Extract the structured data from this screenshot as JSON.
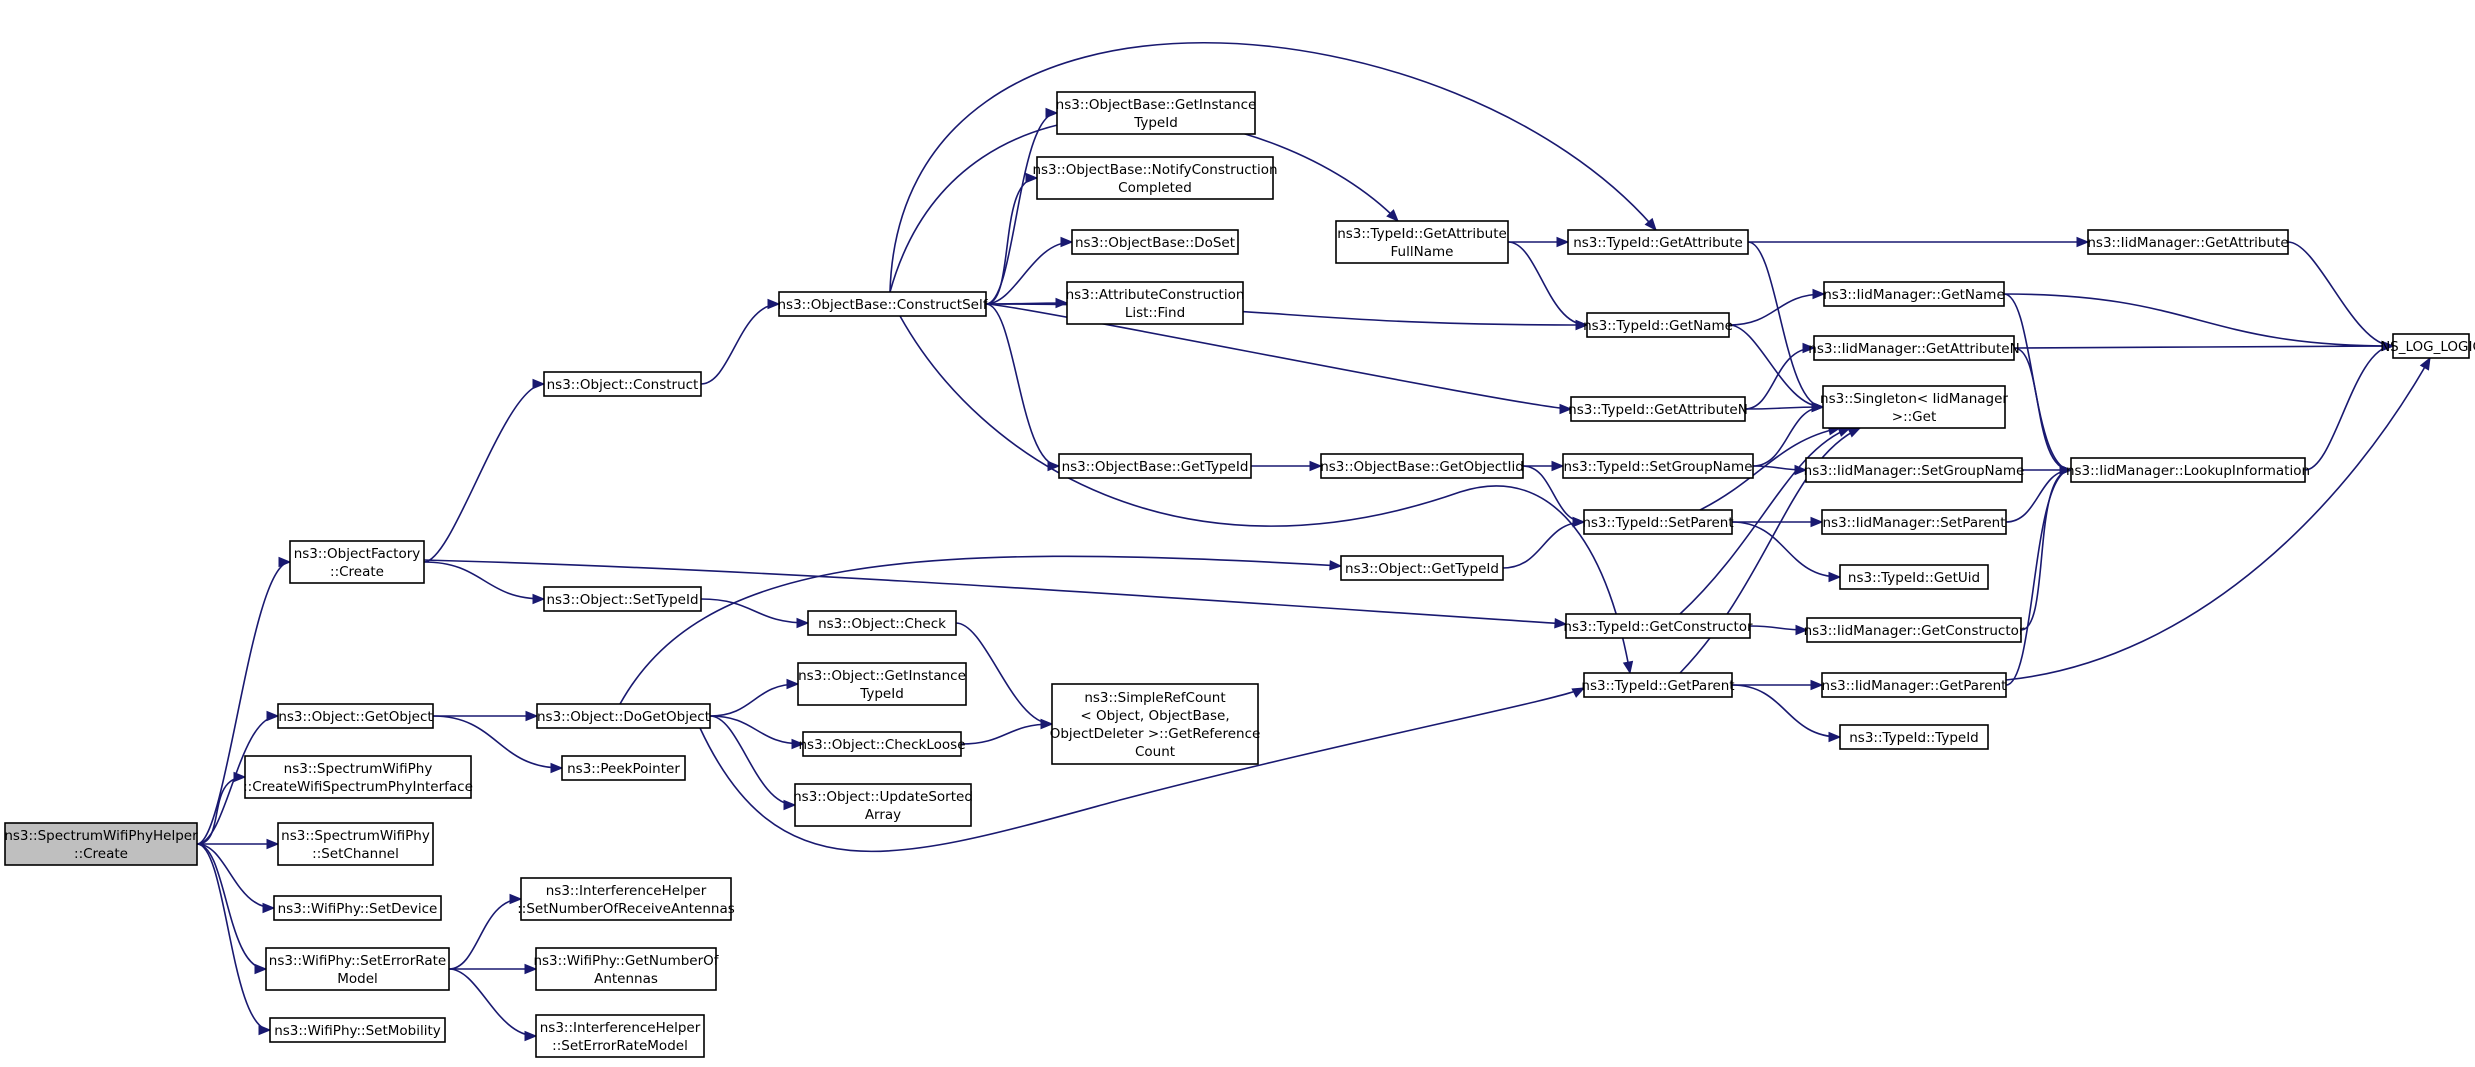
{
  "nodes": [
    {
      "id": "root",
      "lines": [
        "ns3::SpectrumWifiPhyHelper",
        "::Create"
      ],
      "root": true
    },
    {
      "id": "ofCreate",
      "lines": [
        "ns3::ObjectFactory",
        "::Create"
      ]
    },
    {
      "id": "getObject",
      "lines": [
        "ns3::Object::GetObject"
      ]
    },
    {
      "id": "createIface",
      "lines": [
        "ns3::SpectrumWifiPhy",
        "::CreateWifiSpectrumPhyInterface"
      ]
    },
    {
      "id": "setChannel",
      "lines": [
        "ns3::SpectrumWifiPhy",
        "::SetChannel"
      ]
    },
    {
      "id": "setDevice",
      "lines": [
        "ns3::WifiPhy::SetDevice"
      ]
    },
    {
      "id": "setErrorRate",
      "lines": [
        "ns3::WifiPhy::SetErrorRate",
        "Model"
      ]
    },
    {
      "id": "setMobility",
      "lines": [
        "ns3::WifiPhy::SetMobility"
      ]
    },
    {
      "id": "construct",
      "lines": [
        "ns3::Object::Construct"
      ]
    },
    {
      "id": "setTypeId",
      "lines": [
        "ns3::Object::SetTypeId"
      ]
    },
    {
      "id": "doGetObject",
      "lines": [
        "ns3::Object::DoGetObject"
      ]
    },
    {
      "id": "peekPointer",
      "lines": [
        "ns3::PeekPointer"
      ]
    },
    {
      "id": "ihSetNumRx",
      "lines": [
        "ns3::InterferenceHelper",
        "::SetNumberOfReceiveAntennas"
      ]
    },
    {
      "id": "wpGetNumAnt",
      "lines": [
        "ns3::WifiPhy::GetNumberOf",
        "Antennas"
      ]
    },
    {
      "id": "ihSetErm",
      "lines": [
        "ns3::InterferenceHelper",
        "::SetErrorRateModel"
      ]
    },
    {
      "id": "constructSelf",
      "lines": [
        "ns3::ObjectBase::ConstructSelf"
      ]
    },
    {
      "id": "objCheck",
      "lines": [
        "ns3::Object::Check"
      ]
    },
    {
      "id": "objGetInstTid",
      "lines": [
        "ns3::Object::GetInstance",
        "TypeId"
      ]
    },
    {
      "id": "objCheckLoose",
      "lines": [
        "ns3::Object::CheckLoose"
      ]
    },
    {
      "id": "objUpdSorted",
      "lines": [
        "ns3::Object::UpdateSorted",
        "Array"
      ]
    },
    {
      "id": "obGetInstTid",
      "lines": [
        "ns3::ObjectBase::GetInstance",
        "TypeId"
      ]
    },
    {
      "id": "obNotify",
      "lines": [
        "ns3::ObjectBase::NotifyConstruction",
        "Completed"
      ]
    },
    {
      "id": "obDoSet",
      "lines": [
        "ns3::ObjectBase::DoSet"
      ]
    },
    {
      "id": "aclFind",
      "lines": [
        "ns3::AttributeConstruction",
        "List::Find"
      ]
    },
    {
      "id": "obGetTypeId",
      "lines": [
        "ns3::ObjectBase::GetTypeId"
      ]
    },
    {
      "id": "srcGetRef",
      "lines": [
        "ns3::SimpleRefCount",
        "< Object, ObjectBase,",
        "ObjectDeleter >::GetReference",
        "Count"
      ]
    },
    {
      "id": "tidGetAttrFull",
      "lines": [
        "ns3::TypeId::GetAttribute",
        "FullName"
      ]
    },
    {
      "id": "obGetObjectIid",
      "lines": [
        "ns3::ObjectBase::GetObjectIid"
      ]
    },
    {
      "id": "objGetTypeId",
      "lines": [
        "ns3::Object::GetTypeId"
      ]
    },
    {
      "id": "tidGetAttribute",
      "lines": [
        "ns3::TypeId::GetAttribute"
      ]
    },
    {
      "id": "tidGetName",
      "lines": [
        "ns3::TypeId::GetName"
      ]
    },
    {
      "id": "tidGetAttrN",
      "lines": [
        "ns3::TypeId::GetAttributeN"
      ]
    },
    {
      "id": "tidSetGroupName",
      "lines": [
        "ns3::TypeId::SetGroupName"
      ]
    },
    {
      "id": "tidSetParent",
      "lines": [
        "ns3::TypeId::SetParent"
      ]
    },
    {
      "id": "tidGetConstructor",
      "lines": [
        "ns3::TypeId::GetConstructor"
      ]
    },
    {
      "id": "tidGetParent",
      "lines": [
        "ns3::TypeId::GetParent"
      ]
    },
    {
      "id": "imGetName",
      "lines": [
        "ns3::IidManager::GetName"
      ]
    },
    {
      "id": "imGetAttrN",
      "lines": [
        "ns3::IidManager::GetAttributeN"
      ]
    },
    {
      "id": "singletonGet",
      "lines": [
        "ns3::Singleton< IidManager",
        ">::Get"
      ]
    },
    {
      "id": "imSetGroupName",
      "lines": [
        "ns3::IidManager::SetGroupName"
      ]
    },
    {
      "id": "imSetParent",
      "lines": [
        "ns3::IidManager::SetParent"
      ]
    },
    {
      "id": "tidGetUid",
      "lines": [
        "ns3::TypeId::GetUid"
      ]
    },
    {
      "id": "imGetConstructor",
      "lines": [
        "ns3::IidManager::GetConstructor"
      ]
    },
    {
      "id": "imGetParent",
      "lines": [
        "ns3::IidManager::GetParent"
      ]
    },
    {
      "id": "tidTypeId",
      "lines": [
        "ns3::TypeId::TypeId"
      ]
    },
    {
      "id": "imGetAttribute",
      "lines": [
        "ns3::IidManager::GetAttribute"
      ]
    },
    {
      "id": "imLookup",
      "lines": [
        "ns3::IidManager::LookupInformation"
      ]
    },
    {
      "id": "nsLogLogic",
      "lines": [
        "NS_LOG_LOGIC"
      ]
    }
  ],
  "edges": [
    [
      "root",
      "ofCreate"
    ],
    [
      "root",
      "getObject"
    ],
    [
      "root",
      "createIface"
    ],
    [
      "root",
      "setChannel"
    ],
    [
      "root",
      "setDevice"
    ],
    [
      "root",
      "setErrorRate"
    ],
    [
      "root",
      "setMobility"
    ],
    [
      "ofCreate",
      "construct"
    ],
    [
      "ofCreate",
      "setTypeId"
    ],
    [
      "ofCreate",
      "tidGetConstructor"
    ],
    [
      "getObject",
      "doGetObject"
    ],
    [
      "getObject",
      "peekPointer"
    ],
    [
      "setErrorRate",
      "ihSetNumRx"
    ],
    [
      "setErrorRate",
      "wpGetNumAnt"
    ],
    [
      "setErrorRate",
      "ihSetErm"
    ],
    [
      "construct",
      "constructSelf"
    ],
    [
      "setTypeId",
      "objCheck"
    ],
    [
      "doGetObject",
      "objGetTypeId"
    ],
    [
      "doGetObject",
      "objGetInstTid"
    ],
    [
      "doGetObject",
      "objCheckLoose"
    ],
    [
      "doGetObject",
      "objUpdSorted"
    ],
    [
      "doGetObject",
      "tidGetParent"
    ],
    [
      "objCheck",
      "srcGetRef"
    ],
    [
      "objCheckLoose",
      "srcGetRef"
    ],
    [
      "constructSelf",
      "obGetInstTid"
    ],
    [
      "constructSelf",
      "obNotify"
    ],
    [
      "constructSelf",
      "obDoSet"
    ],
    [
      "constructSelf",
      "aclFind"
    ],
    [
      "constructSelf",
      "obGetTypeId"
    ],
    [
      "constructSelf",
      "tidGetAttrFull"
    ],
    [
      "constructSelf",
      "tidGetAttribute"
    ],
    [
      "constructSelf",
      "tidGetName"
    ],
    [
      "constructSelf",
      "tidGetAttrN"
    ],
    [
      "constructSelf",
      "tidGetParent"
    ],
    [
      "obGetTypeId",
      "obGetObjectIid"
    ],
    [
      "obGetObjectIid",
      "tidSetGroupName"
    ],
    [
      "obGetObjectIid",
      "tidSetParent"
    ],
    [
      "objGetTypeId",
      "tidSetParent"
    ],
    [
      "tidGetAttrFull",
      "tidGetAttribute"
    ],
    [
      "tidGetAttrFull",
      "tidGetName"
    ],
    [
      "tidGetAttribute",
      "imGetAttribute"
    ],
    [
      "tidGetAttribute",
      "singletonGet"
    ],
    [
      "tidGetName",
      "imGetName"
    ],
    [
      "tidGetName",
      "singletonGet"
    ],
    [
      "tidGetAttrN",
      "imGetAttrN"
    ],
    [
      "tidGetAttrN",
      "singletonGet"
    ],
    [
      "tidSetGroupName",
      "imSetGroupName"
    ],
    [
      "tidSetGroupName",
      "singletonGet"
    ],
    [
      "tidSetParent",
      "imSetParent"
    ],
    [
      "tidSetParent",
      "tidGetUid"
    ],
    [
      "tidSetParent",
      "singletonGet"
    ],
    [
      "tidGetConstructor",
      "imGetConstructor"
    ],
    [
      "tidGetConstructor",
      "singletonGet"
    ],
    [
      "tidGetParent",
      "imGetParent"
    ],
    [
      "tidGetParent",
      "tidTypeId"
    ],
    [
      "tidGetParent",
      "singletonGet"
    ],
    [
      "imGetAttribute",
      "nsLogLogic"
    ],
    [
      "imGetName",
      "nsLogLogic"
    ],
    [
      "imGetName",
      "imLookup"
    ],
    [
      "imGetAttrN",
      "nsLogLogic"
    ],
    [
      "imGetAttrN",
      "imLookup"
    ],
    [
      "imSetGroupName",
      "imLookup"
    ],
    [
      "imSetParent",
      "imLookup"
    ],
    [
      "imGetConstructor",
      "imLookup"
    ],
    [
      "imGetParent",
      "imLookup"
    ],
    [
      "imGetParent",
      "nsLogLogic"
    ],
    [
      "imLookup",
      "nsLogLogic"
    ]
  ]
}
